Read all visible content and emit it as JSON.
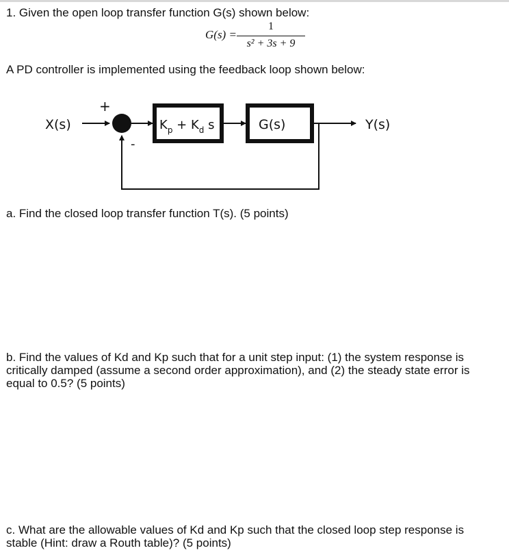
{
  "question": {
    "intro": "1. Given the open loop transfer function G(s) shown below:",
    "equation": {
      "lhs": "G(s) =",
      "numerator": "1",
      "denominator": "s² + 3s + 9"
    },
    "controller_text": "A PD controller is implemented using the feedback loop shown below:"
  },
  "diagram": {
    "input_label": "X(s)",
    "output_label": "Y(s)",
    "plus_sign": "+",
    "minus_sign": "-",
    "controller_block": {
      "k1": "K",
      "sub1": "p",
      "plus": " + ",
      "k2": "K",
      "sub2": "d",
      "s": " s"
    },
    "plant_block": "G(s)"
  },
  "parts": {
    "a": "a. Find the closed loop transfer function T(s). (5 points)",
    "b": "b. Find the values of Kd and Kp such that for a unit step input: (1) the system response is critically damped (assume a second order approximation), and (2) the steady state error is equal to 0.5? (5 points)",
    "c": "c. What are the allowable values of Kd and Kp such that the closed loop step response is stable (Hint: draw a Routh table)? (5 points)"
  }
}
